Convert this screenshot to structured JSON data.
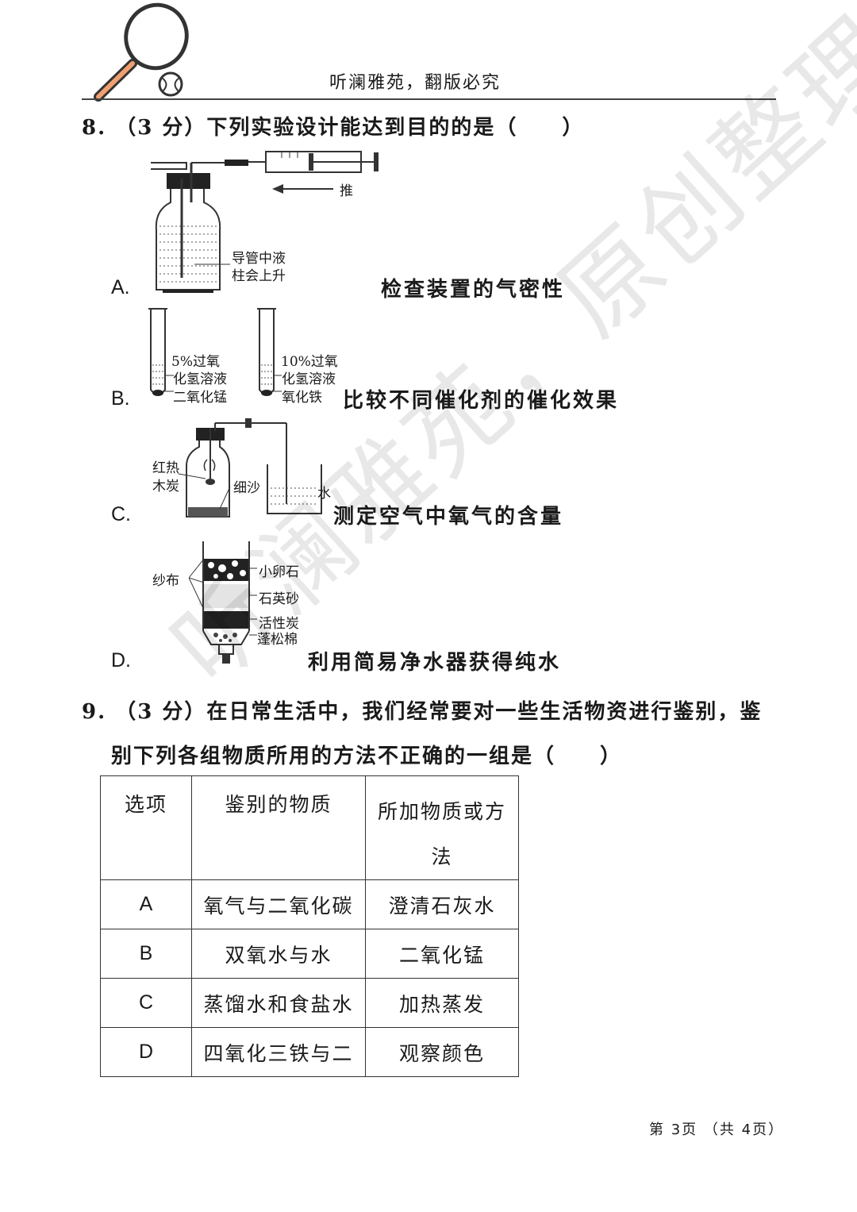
{
  "header": {
    "motto": "听澜雅苑，翻版必究"
  },
  "q8": {
    "stem": "8. （3 分）下列实验设计能达到目的的是（　　）",
    "options": [
      {
        "letter": "A.",
        "desc": "检查装置的气密性",
        "labels": {
          "push": "推",
          "liquid_line1": "导管中液",
          "liquid_line2": "柱会上升"
        }
      },
      {
        "letter": "B.",
        "desc": "比较不同催化剂的催化效果",
        "labels": {
          "t1_line1": "5%过氧",
          "t1_line2": "化氢溶液",
          "t1_cat": "二氧化锰",
          "t2_line1": "10%过氧",
          "t2_line2": "化氢溶液",
          "t2_cat": "氧化铁"
        }
      },
      {
        "letter": "C.",
        "desc": "测定空气中氧气的含量",
        "labels": {
          "carbon_line1": "红热",
          "carbon_line2": "木炭",
          "sand": "细沙",
          "water": "水"
        }
      },
      {
        "letter": "D.",
        "desc": "利用简易净水器获得纯水",
        "labels": {
          "gauze": "纱布",
          "pebble": "小卵石",
          "quartz": "石英砂",
          "carbon": "活性炭",
          "cotton": "蓬松棉"
        }
      }
    ]
  },
  "q9": {
    "stem_line1": "9. （3 分）在日常生活中，我们经常要对一些生活物资进行鉴别，鉴",
    "stem_line2": "别下列各组物质所用的方法不正确的一组是（　　）",
    "table": {
      "headers": [
        "选项",
        "鉴别的物质",
        "所加物质或方",
        "法"
      ],
      "rows": [
        [
          "A",
          "氧气与二氧化碳",
          "澄清石灰水"
        ],
        [
          "B",
          "双氧水与水",
          "二氧化锰"
        ],
        [
          "C",
          "蒸馏水和食盐水",
          "加热蒸发"
        ],
        [
          "D",
          "四氧化三铁与二",
          "观察颜色"
        ]
      ]
    }
  },
  "footer": {
    "page": "第 3页 （共 4页）"
  },
  "watermark": {
    "text": "听澜雅苑，原创整理"
  }
}
